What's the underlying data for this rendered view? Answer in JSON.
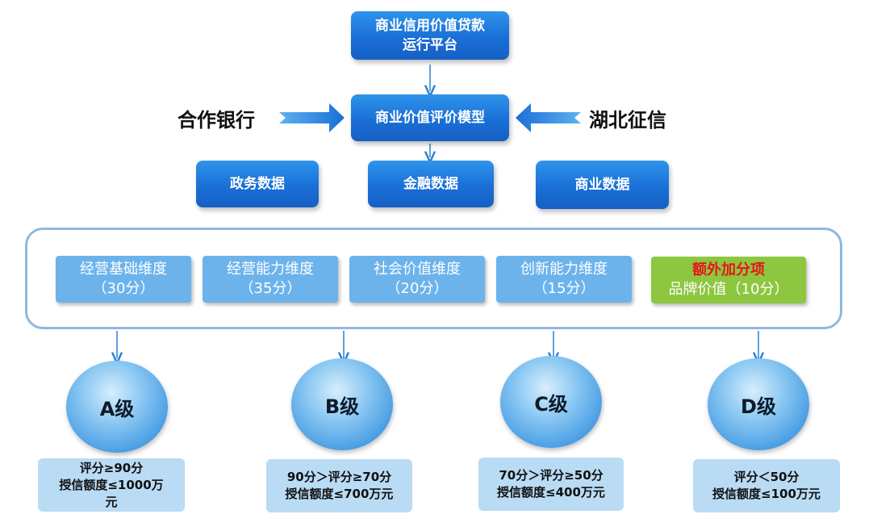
{
  "platform": {
    "line1": "商业信用价值贷款",
    "line2": "运行平台"
  },
  "model": "商业价值评价模型",
  "left_party": "合作银行",
  "right_party": "湖北征信",
  "data_sources": [
    "政务数据",
    "金融数据",
    "商业数据"
  ],
  "dimensions": [
    {
      "label": "经营基础维度",
      "score": "（30分）"
    },
    {
      "label": "经营能力维度",
      "score": "（35分）"
    },
    {
      "label": "社会价值维度",
      "score": "（20分）"
    },
    {
      "label": "创新能力维度",
      "score": "（15分）"
    }
  ],
  "extra": {
    "title": "额外加分项",
    "item": "品牌价值（10分）"
  },
  "grades": [
    {
      "label": "A级",
      "criteria": "评分≥90分",
      "credit": "授信额度≤1000万元"
    },
    {
      "label": "B级",
      "criteria": "90分＞评分≥70分",
      "credit": "授信额度≤700万元"
    },
    {
      "label": "C级",
      "criteria": "70分＞评分≥50分",
      "credit": "授信额度≤400万元"
    },
    {
      "label": "D级",
      "criteria": "评分＜50分",
      "credit": "授信额度≤100万元"
    }
  ],
  "colors": {
    "box_blue": "#1a6fd6",
    "dimension_blue": "#6cb3ec",
    "extra_green": "#8dc63f",
    "highlight_red": "#e8141b",
    "criteria_bg": "#b9dbf4"
  }
}
